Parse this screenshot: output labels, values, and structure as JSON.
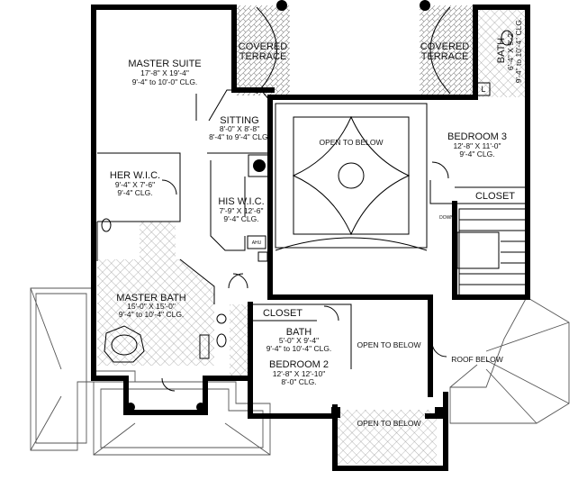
{
  "plan": {
    "rooms": {
      "master_suite": {
        "name": "MASTER SUITE",
        "dim": "17'-8\" X 19'-4\"",
        "clg": "9'-4\" to 10'-0\" CLG."
      },
      "covered_terrace_left": {
        "line1": "COVERED",
        "line2": "TERRACE"
      },
      "covered_terrace_right": {
        "line1": "COVERED",
        "line2": "TERRACE"
      },
      "bath_top_right": {
        "name": "BATH",
        "dim": "6'-4\" X 9'-2\"",
        "clg": "9'-4\" to 10'-4\" CLG."
      },
      "sitting": {
        "name": "SITTING",
        "dim": "8'-0\" X 8'-8\"",
        "clg": "8'-4\" to 9'-4\" CLG."
      },
      "open_to_below_main": {
        "name": "OPEN TO BELOW"
      },
      "bedroom3": {
        "name": "BEDROOM 3",
        "dim": "12'-8\" X 11'-0\"",
        "clg": "9'-4\" CLG."
      },
      "her_wic": {
        "name": "HER W.I.C.",
        "dim": "9'-4\" X 7'-6\"",
        "clg": "9'-4\" CLG."
      },
      "his_wic": {
        "name": "HIS W.I.C.",
        "dim": "7'-9\" X 12'-6\"",
        "clg": "9'-4\" CLG."
      },
      "closet_right": {
        "name": "CLOSET"
      },
      "master_bath": {
        "name": "MASTER BATH",
        "dim": "15'-0\" X 15'-0\"",
        "clg": "9'-4\" to 10'-4\" CLG."
      },
      "closet_mid": {
        "name": "CLOSET"
      },
      "bath_mid": {
        "name": "BATH",
        "dim": "5'-0\" X 9'-4\"",
        "clg": "9'-4\" to 10'-4\" CLG."
      },
      "bedroom2": {
        "name": "BEDROOM 2",
        "dim": "12'-8\" X 12'-10\"",
        "clg": "8'-0\" CLG."
      },
      "open_to_below_2": {
        "name": "OPEN TO BELOW"
      },
      "roof_below": {
        "name": "ROOF BELOW"
      },
      "open_to_below_3": {
        "name": "OPEN TO BELOW"
      }
    },
    "small_labels": {
      "down": "DOWN",
      "ahu": "AHU",
      "l": "L"
    }
  }
}
